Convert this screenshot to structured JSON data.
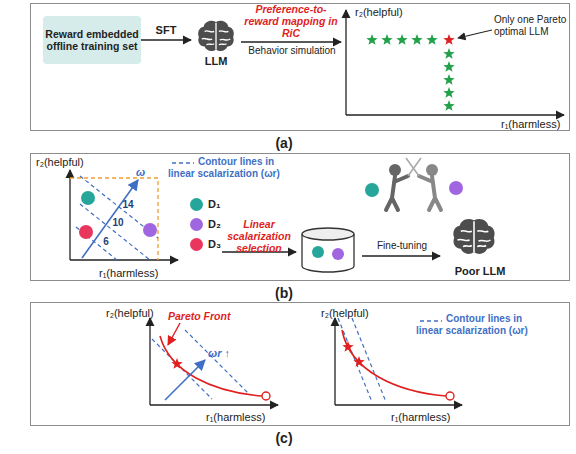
{
  "diagram": {
    "nodes": [
      {
        "text": [
          "(a)"
        ]
      },
      {
        "text": [
          "Reward embedded offline training set"
        ],
        "in": 0
      },
      {
        "text": [
          "LLM"
        ],
        "in": 0
      },
      {
        "text": [
          "r₂(helpful)",
          "r₁(harmless)"
        ],
        "in": 0
      },
      {
        "text": [
          "(b)"
        ]
      },
      {
        "text": [
          "r₂(helpful)",
          "r₁(harmless)"
        ],
        "in": 4
      },
      {
        "text": [
          "Poor LLM"
        ],
        "in": 4
      },
      {
        "text": [
          "(c)"
        ]
      },
      {
        "text": [
          "r₂(helpful)",
          "r₁(harmless)"
        ],
        "in": 7
      },
      {
        "text": [
          "r₂(helpful)",
          "r₁(harmless)"
        ],
        "in": 7
      }
    ],
    "edges": [
      {
        "from": 1,
        "to": 2,
        "label": "SFT",
        "arrow": "to"
      },
      {
        "from": 2,
        "to": 3,
        "label": "Preference-to-reward mapping in RiC",
        "arrow": "to"
      }
    ],
    "labels": [
      "Behavior simulation",
      "Only one Pareto optimal LLM",
      "ω",
      "14",
      "10",
      "6",
      "Linear scalarization selection",
      "Fine-tuning",
      "Pareto Front",
      "ωr ↑"
    ],
    "legend": [
      {
        "text": "Contour lines in linear scalarization (ωr)"
      },
      {
        "text": "D₁",
        "color": "#26a69a"
      },
      {
        "text": "D₂",
        "color": "#a066e0"
      },
      {
        "text": "D₃",
        "color": "#e8365d"
      },
      {
        "text": "Contour lines in linear scalarization (ωr)"
      }
    ]
  }
}
